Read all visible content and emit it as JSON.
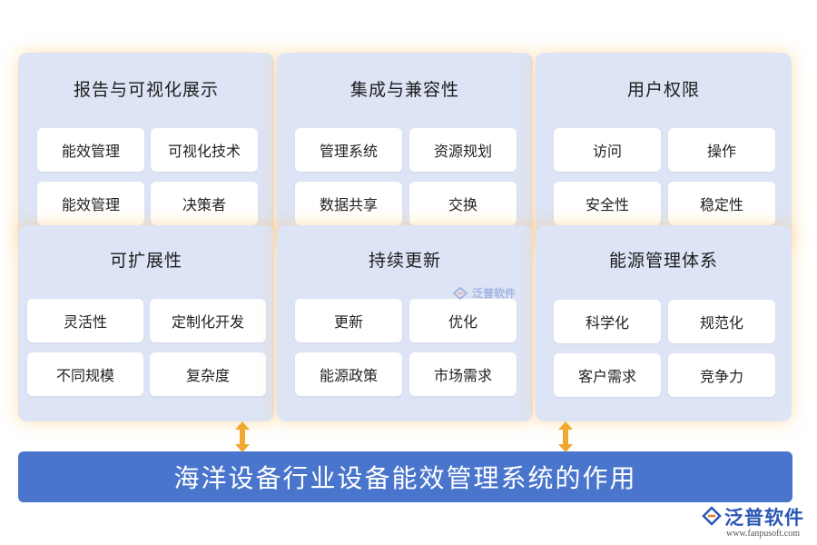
{
  "panels": [
    {
      "title": "报告与可视化展示",
      "items": [
        "能效管理",
        "可视化技术",
        "能效管理",
        "决策者"
      ]
    },
    {
      "title": "集成与兼容性",
      "items": [
        "管理系统",
        "资源规划",
        "数据共享",
        "交换"
      ]
    },
    {
      "title": "用户权限",
      "items": [
        "访问",
        "操作",
        "安全性",
        "稳定性"
      ]
    },
    {
      "title": "可扩展性",
      "items": [
        "灵活性",
        "定制化开发",
        "不同规模",
        "复杂度"
      ]
    },
    {
      "title": "持续更新",
      "items": [
        "更新",
        "优化",
        "能源政策",
        "市场需求"
      ]
    },
    {
      "title": "能源管理体系",
      "items": [
        "科学化",
        "规范化",
        "客户需求",
        "竞争力"
      ]
    }
  ],
  "banner": {
    "text": "海洋设备行业设备能效管理系统的作用"
  },
  "watermark": {
    "text": "泛普软件"
  },
  "logo": {
    "name": "泛普软件",
    "url": "www.fanpusoft.com"
  },
  "colors": {
    "panel_bg": "#dde4f5",
    "banner_bg": "#4a75cc",
    "arrow": "#f0a830",
    "glow": "#ffc46e"
  }
}
